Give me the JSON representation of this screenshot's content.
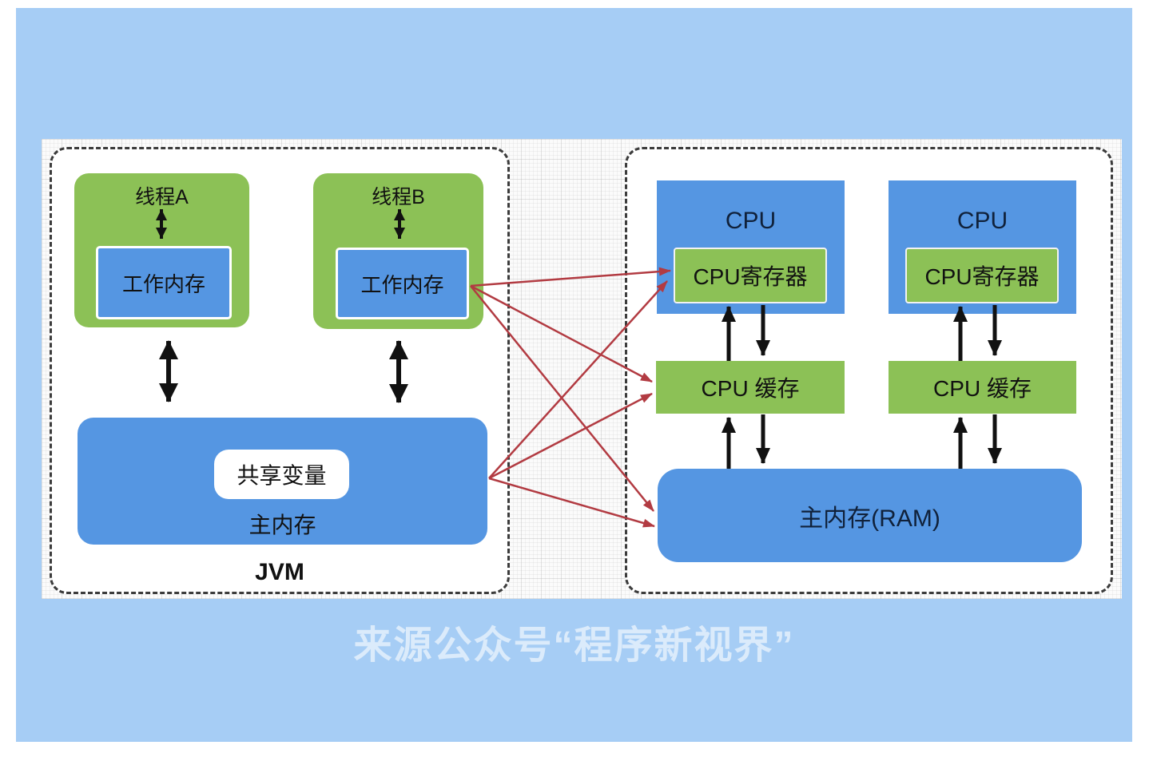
{
  "watermark": "来源公众号“程序新视界”",
  "jvm": {
    "label": "JVM",
    "threads": [
      {
        "title": "线程A",
        "working_memory": "工作内存"
      },
      {
        "title": "线程B",
        "working_memory": "工作内存"
      }
    ],
    "main_memory": {
      "label": "主内存",
      "shared_variable": "共享变量"
    }
  },
  "hardware": {
    "cpus": [
      {
        "title": "CPU",
        "register": "CPU寄存器",
        "cache": "CPU 缓存"
      },
      {
        "title": "CPU",
        "register": "CPU寄存器",
        "cache": "CPU 缓存"
      }
    ],
    "ram": "主内存(RAM)"
  },
  "colors": {
    "background_blue": "#a6cdf5",
    "box_blue": "#5596e2",
    "box_green": "#8cc156",
    "arrow_black": "#111111",
    "arrow_red": "#b23b42",
    "dashed_border": "#3c3c3c",
    "watermark_text": "rgba(255,255,255,0.60)"
  }
}
